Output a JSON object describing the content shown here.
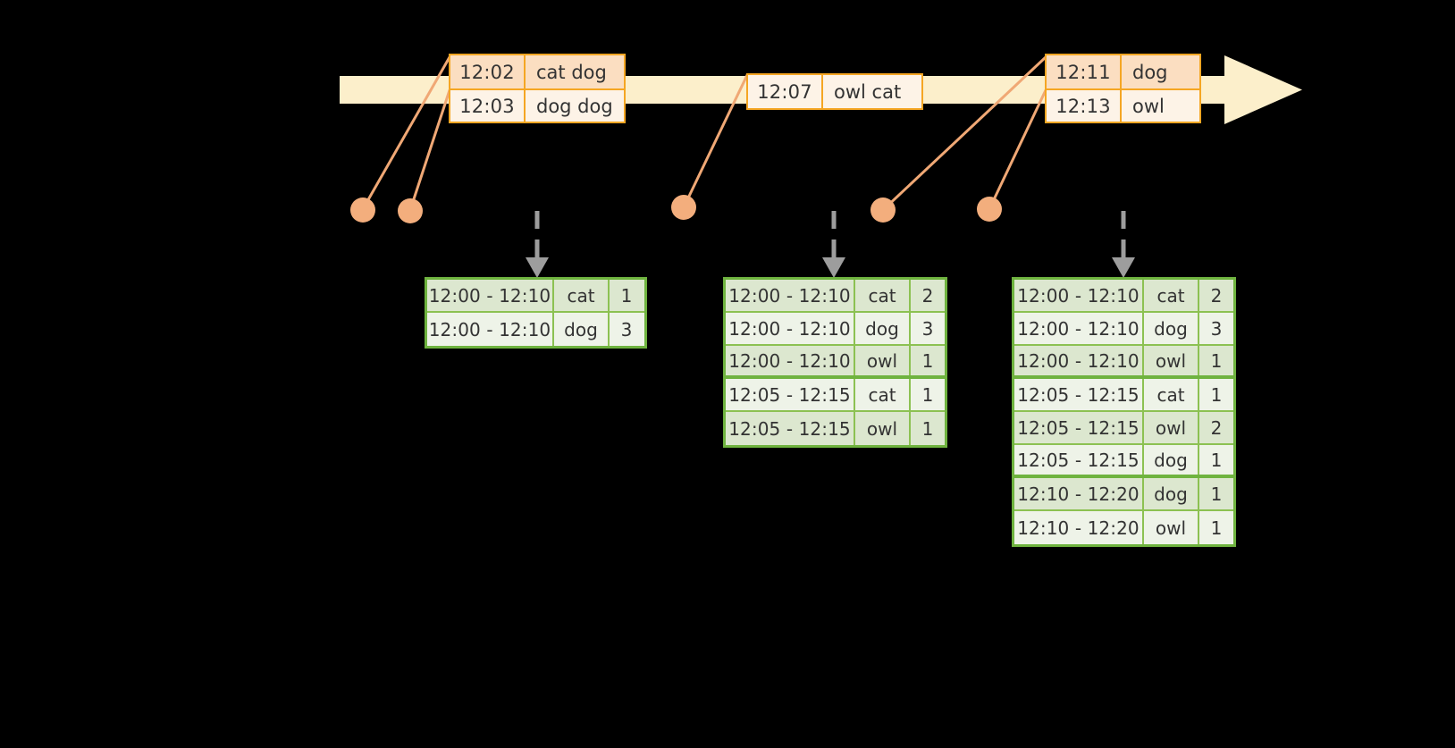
{
  "diagram": {
    "title": "windowed-word-count-stream-diagram",
    "colors": {
      "background": "#000000",
      "timeline_fill": "#FCEFCB",
      "event_border": "#F5A623",
      "event_fill_light": "#FDF3E7",
      "event_fill_dark": "#FBDEC1",
      "connector": "#F0A875",
      "dot": "#F3AE7D",
      "table_border": "#6FB33F",
      "table_grid": "#8CC152",
      "table_fill_tint": "#DCE7CF",
      "table_fill_plain": "#EEF3E8",
      "dashed_arrow": "#9D9D9D"
    }
  },
  "timeline": {
    "name": "event-stream-timeline",
    "arrow_direction": "right",
    "events": [
      {
        "group": "events-group-1",
        "rows": [
          {
            "time": "12:02",
            "words": "cat dog"
          },
          {
            "time": "12:03",
            "words": "dog dog"
          }
        ]
      },
      {
        "group": "events-group-2",
        "rows": [
          {
            "time": "12:07",
            "words": "owl cat"
          }
        ]
      },
      {
        "group": "events-group-3",
        "rows": [
          {
            "time": "12:11",
            "words": "dog"
          },
          {
            "time": "12:13",
            "words": "owl"
          }
        ]
      }
    ]
  },
  "connector_dots": [
    {
      "name": "dot-event-12-02"
    },
    {
      "name": "dot-event-12-03"
    },
    {
      "name": "dot-event-12-07"
    },
    {
      "name": "dot-event-12-11"
    },
    {
      "name": "dot-event-12-13"
    }
  ],
  "results": [
    {
      "name": "result-table-1",
      "rows": [
        {
          "window": "12:00 - 12:10",
          "key": "cat",
          "count": "1"
        },
        {
          "window": "12:00 - 12:10",
          "key": "dog",
          "count": "3"
        }
      ]
    },
    {
      "name": "result-table-2",
      "rows": [
        {
          "window": "12:00 - 12:10",
          "key": "cat",
          "count": "2"
        },
        {
          "window": "12:00 - 12:10",
          "key": "dog",
          "count": "3"
        },
        {
          "window": "12:00 - 12:10",
          "key": "owl",
          "count": "1"
        },
        {
          "window": "12:05 - 12:15",
          "key": "cat",
          "count": "1"
        },
        {
          "window": "12:05 - 12:15",
          "key": "owl",
          "count": "1"
        }
      ]
    },
    {
      "name": "result-table-3",
      "rows": [
        {
          "window": "12:00 - 12:10",
          "key": "cat",
          "count": "2"
        },
        {
          "window": "12:00 - 12:10",
          "key": "dog",
          "count": "3"
        },
        {
          "window": "12:00 - 12:10",
          "key": "owl",
          "count": "1"
        },
        {
          "window": "12:05 - 12:15",
          "key": "cat",
          "count": "1"
        },
        {
          "window": "12:05 - 12:15",
          "key": "owl",
          "count": "2"
        },
        {
          "window": "12:05 - 12:15",
          "key": "dog",
          "count": "1"
        },
        {
          "window": "12:10 - 12:20",
          "key": "dog",
          "count": "1"
        },
        {
          "window": "12:10 - 12:20",
          "key": "owl",
          "count": "1"
        }
      ]
    }
  ]
}
